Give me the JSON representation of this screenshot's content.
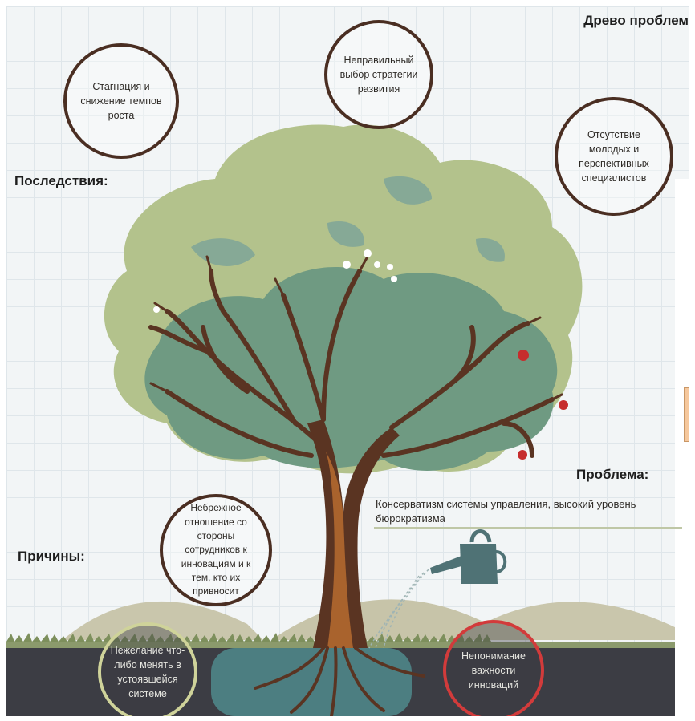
{
  "title": "Древо проблем",
  "sections": {
    "consequences": "Последствия:",
    "causes": "Причины:",
    "problem": "Проблема:"
  },
  "problem_text": "Консерватизм системы управления,  высокий уровень бюрократизма",
  "consequences": [
    "Стагнация и снижение темпов роста",
    "Неправильный выбор стратегии развития",
    "Отсутствие молодых и перспективных специалистов"
  ],
  "causes": [
    "Небрежное отношение со стороны сотрудников к инновациям и к тем, кто их привносит",
    "Нежелание что-либо менять в устоявшейся системе",
    "Непонимание важности инноваций"
  ],
  "colors": {
    "foliage_light": "#b3c28c",
    "foliage_dark": "#6f9a82",
    "trunk": "#5a3422",
    "trunk_highlight": "#a9632d",
    "ground": "#3c3d44",
    "hills": "#c9c6ac",
    "water_glow": "#4f8a8c",
    "bubble_border": "#4a2e22",
    "bubble_border_yellow": "#cfd39a",
    "bubble_border_red": "#d23b3b"
  }
}
